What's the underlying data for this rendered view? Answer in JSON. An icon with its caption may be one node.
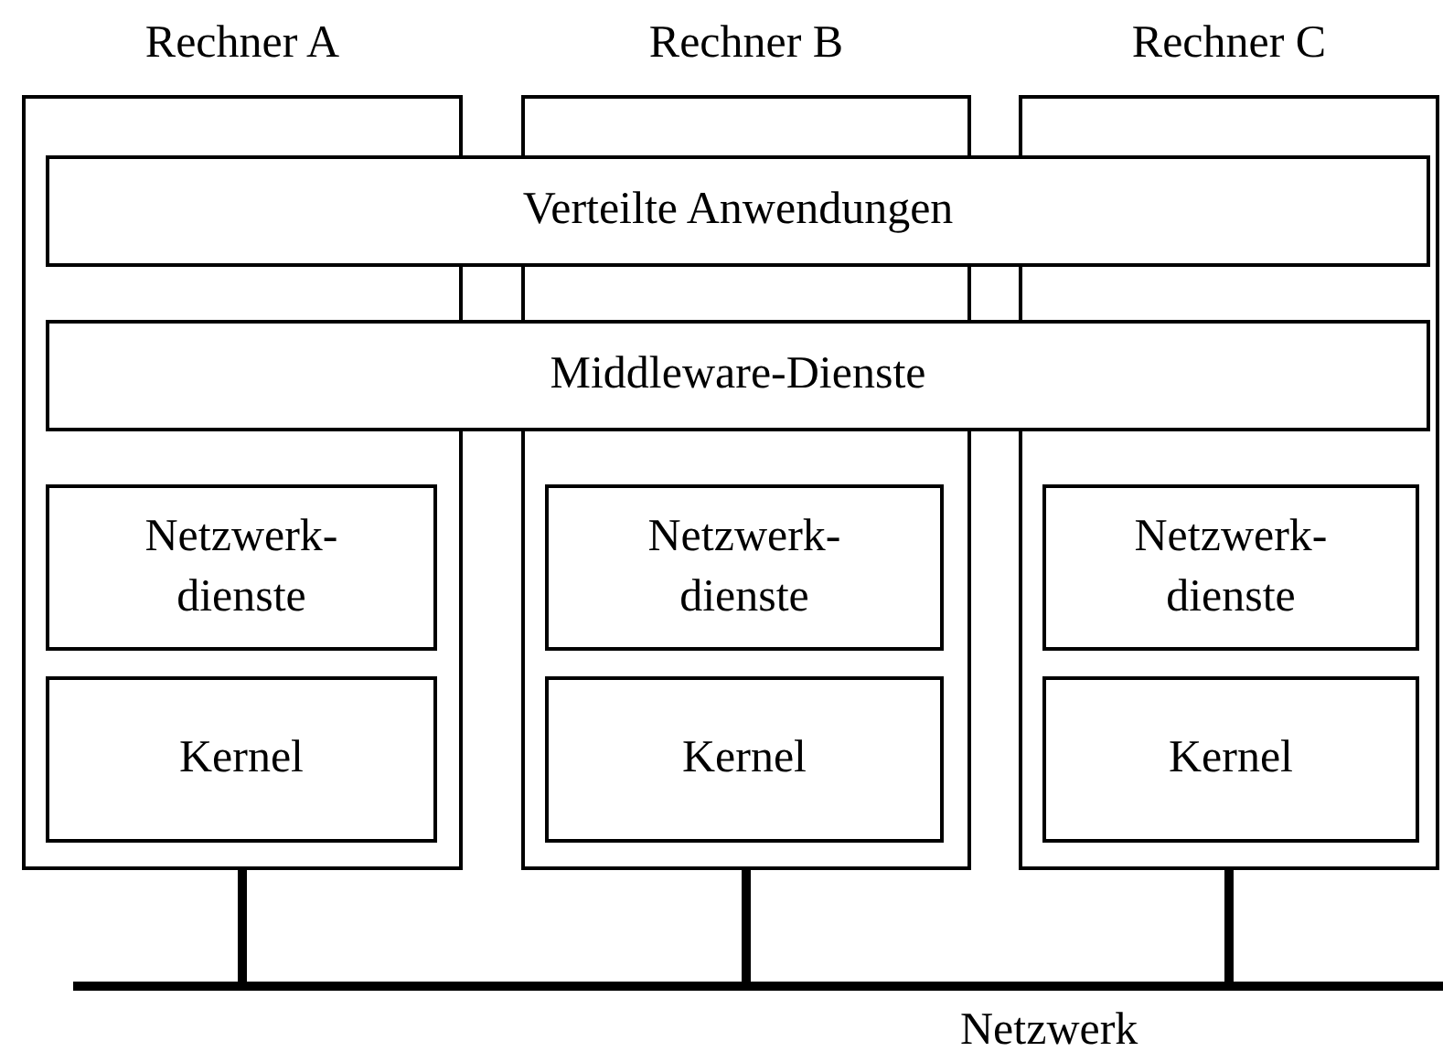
{
  "diagram": {
    "nodes": [
      {
        "text": [
          "Rechner A"
        ]
      },
      {
        "text": [
          "Rechner B"
        ]
      },
      {
        "text": [
          "Rechner C"
        ]
      },
      {
        "text": [
          "Verteilte Anwendungen"
        ]
      },
      {
        "text": [
          "Middleware-Dienste"
        ]
      },
      {
        "text": [
          "Netzwerk- dienste"
        ],
        "in": 0
      },
      {
        "text": [
          "Kernel"
        ],
        "in": 0
      },
      {
        "text": [
          "Netzwerk- dienste"
        ],
        "in": 1
      },
      {
        "text": [
          "Kernel"
        ],
        "in": 1
      },
      {
        "text": [
          "Netzwerk- dienste"
        ],
        "in": 2
      },
      {
        "text": [
          "Kernel"
        ],
        "in": 2
      },
      {
        "text": [
          "Netzwerk"
        ]
      }
    ],
    "edges": [
      {
        "from": 0,
        "to": 11,
        "arrow": "none"
      },
      {
        "from": 1,
        "to": 11,
        "arrow": "none"
      },
      {
        "from": 2,
        "to": 11,
        "arrow": "none"
      }
    ]
  }
}
